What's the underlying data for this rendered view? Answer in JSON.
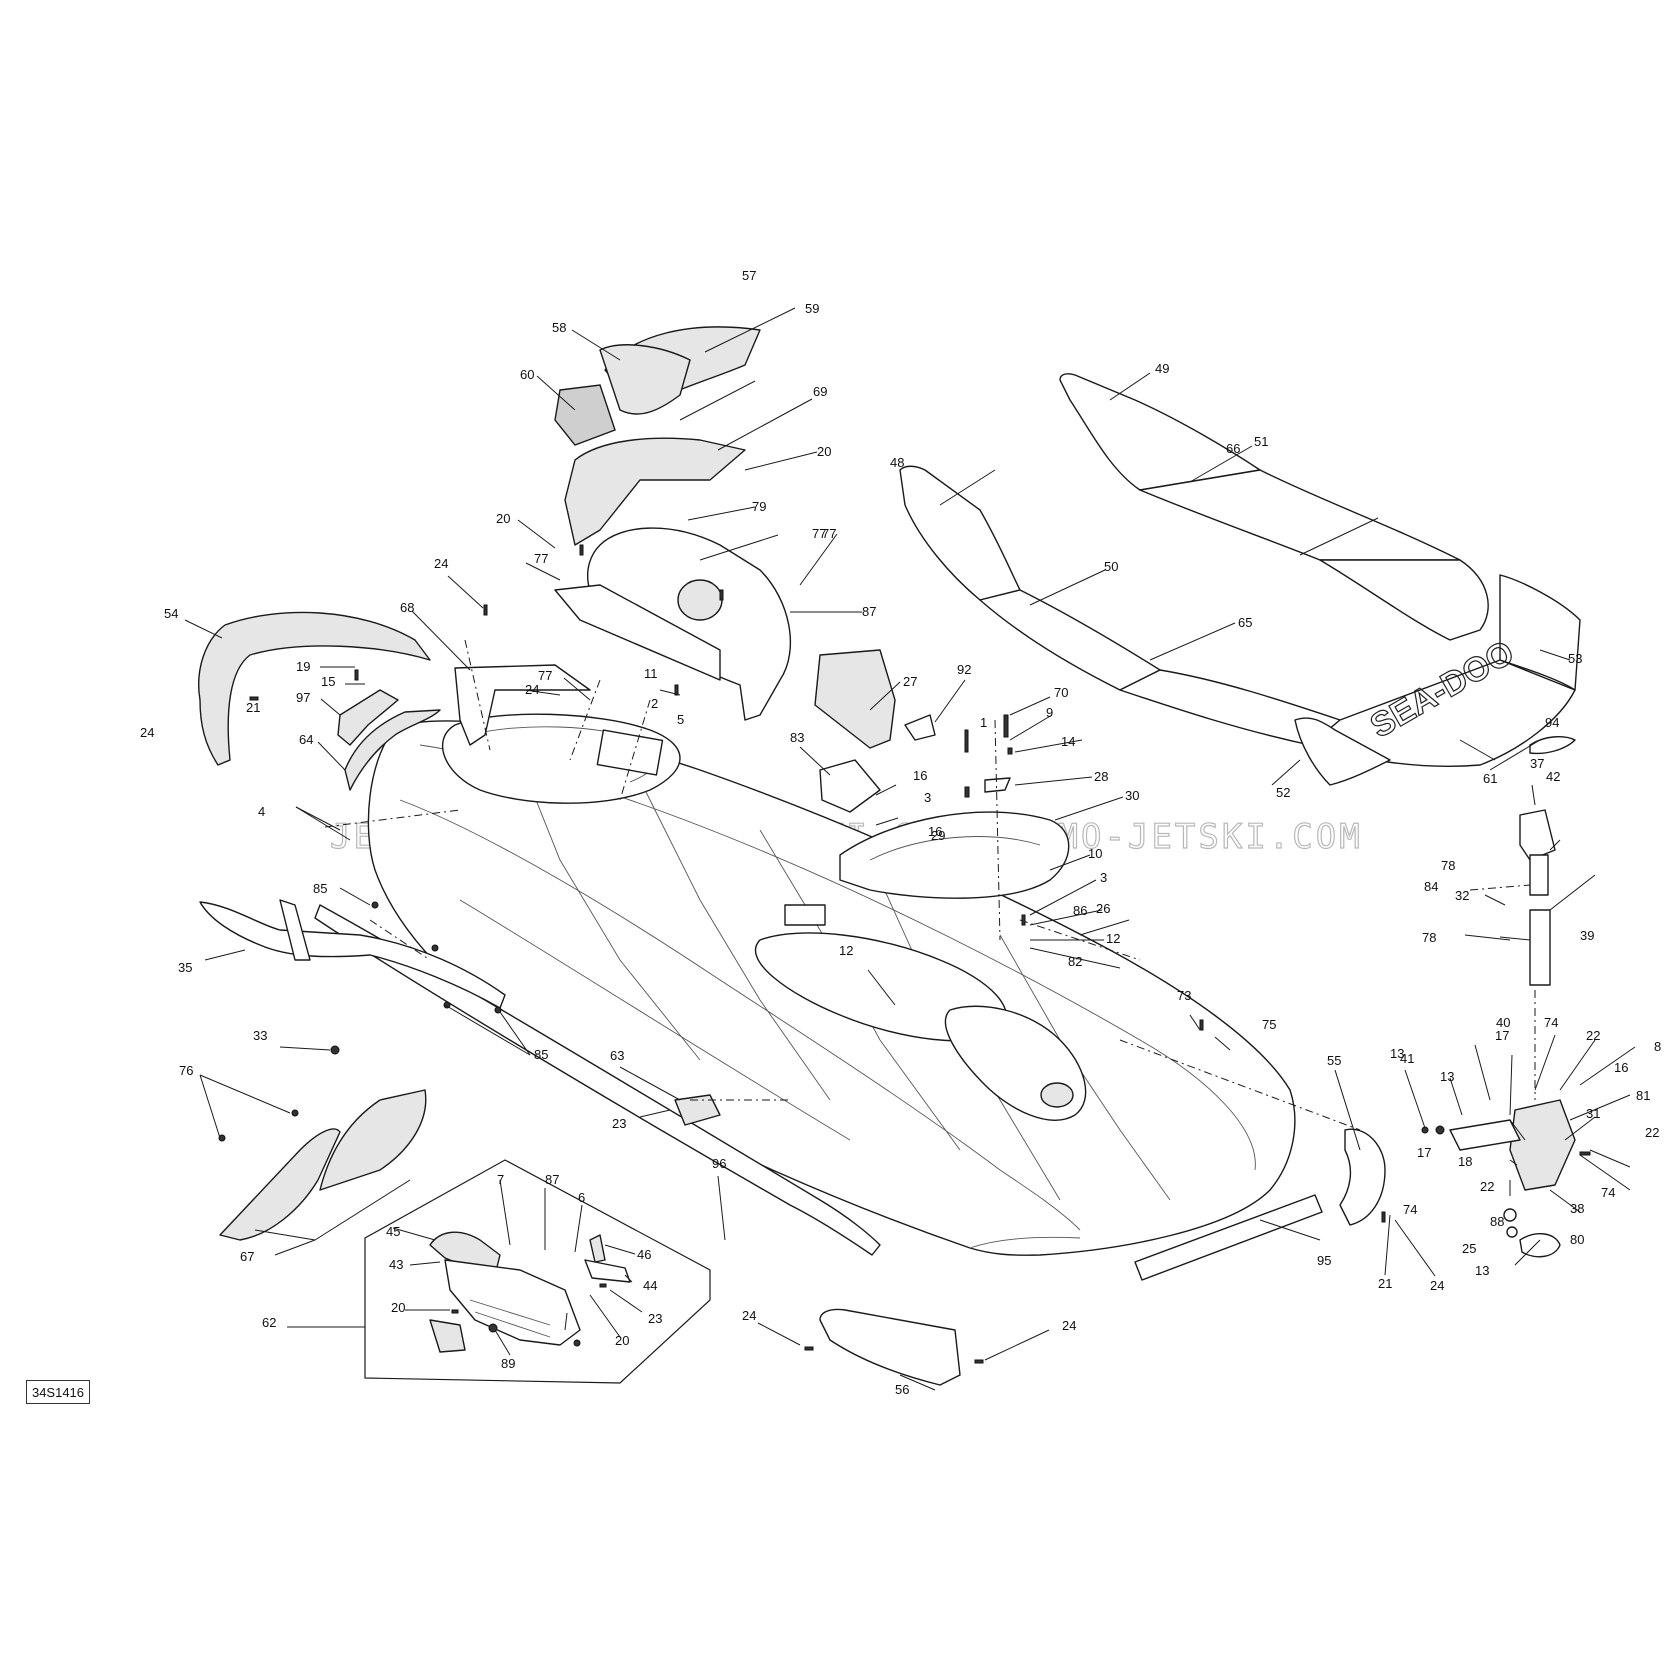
{
  "diagram": {
    "figure_id": "34S1416",
    "watermark": "JETSKI.COM  PROMO-JETSKI.COM  PROMO-JETSKI.COM",
    "logo": "SEA-DOO",
    "callouts": [
      "1",
      "2",
      "3",
      "3",
      "4",
      "5",
      "6",
      "7",
      "9",
      "10",
      "11",
      "12",
      "12",
      "13",
      "13",
      "13",
      "14",
      "15",
      "16",
      "16",
      "16",
      "17",
      "17",
      "18",
      "19",
      "20",
      "20",
      "20",
      "20",
      "21",
      "21",
      "22",
      "22",
      "22",
      "23",
      "23",
      "24",
      "24",
      "24",
      "24",
      "24",
      "24",
      "25",
      "26",
      "27",
      "28",
      "29",
      "30",
      "31",
      "32",
      "33",
      "35",
      "37",
      "38",
      "39",
      "40",
      "41",
      "42",
      "43",
      "44",
      "45",
      "46",
      "48",
      "49",
      "50",
      "51",
      "52",
      "53",
      "54",
      "55",
      "56",
      "57",
      "58",
      "59",
      "60",
      "61",
      "62",
      "63",
      "64",
      "65",
      "66",
      "67",
      "68",
      "69",
      "70",
      "73",
      "74",
      "74",
      "74",
      "75",
      "76",
      "77",
      "77",
      "77",
      "77",
      "78",
      "78",
      "79",
      "80",
      "81",
      "82",
      "83",
      "84",
      "85",
      "85",
      "86",
      "87",
      "87",
      "88",
      "89",
      "92",
      "94",
      "95",
      "96",
      "97",
      "8"
    ]
  }
}
